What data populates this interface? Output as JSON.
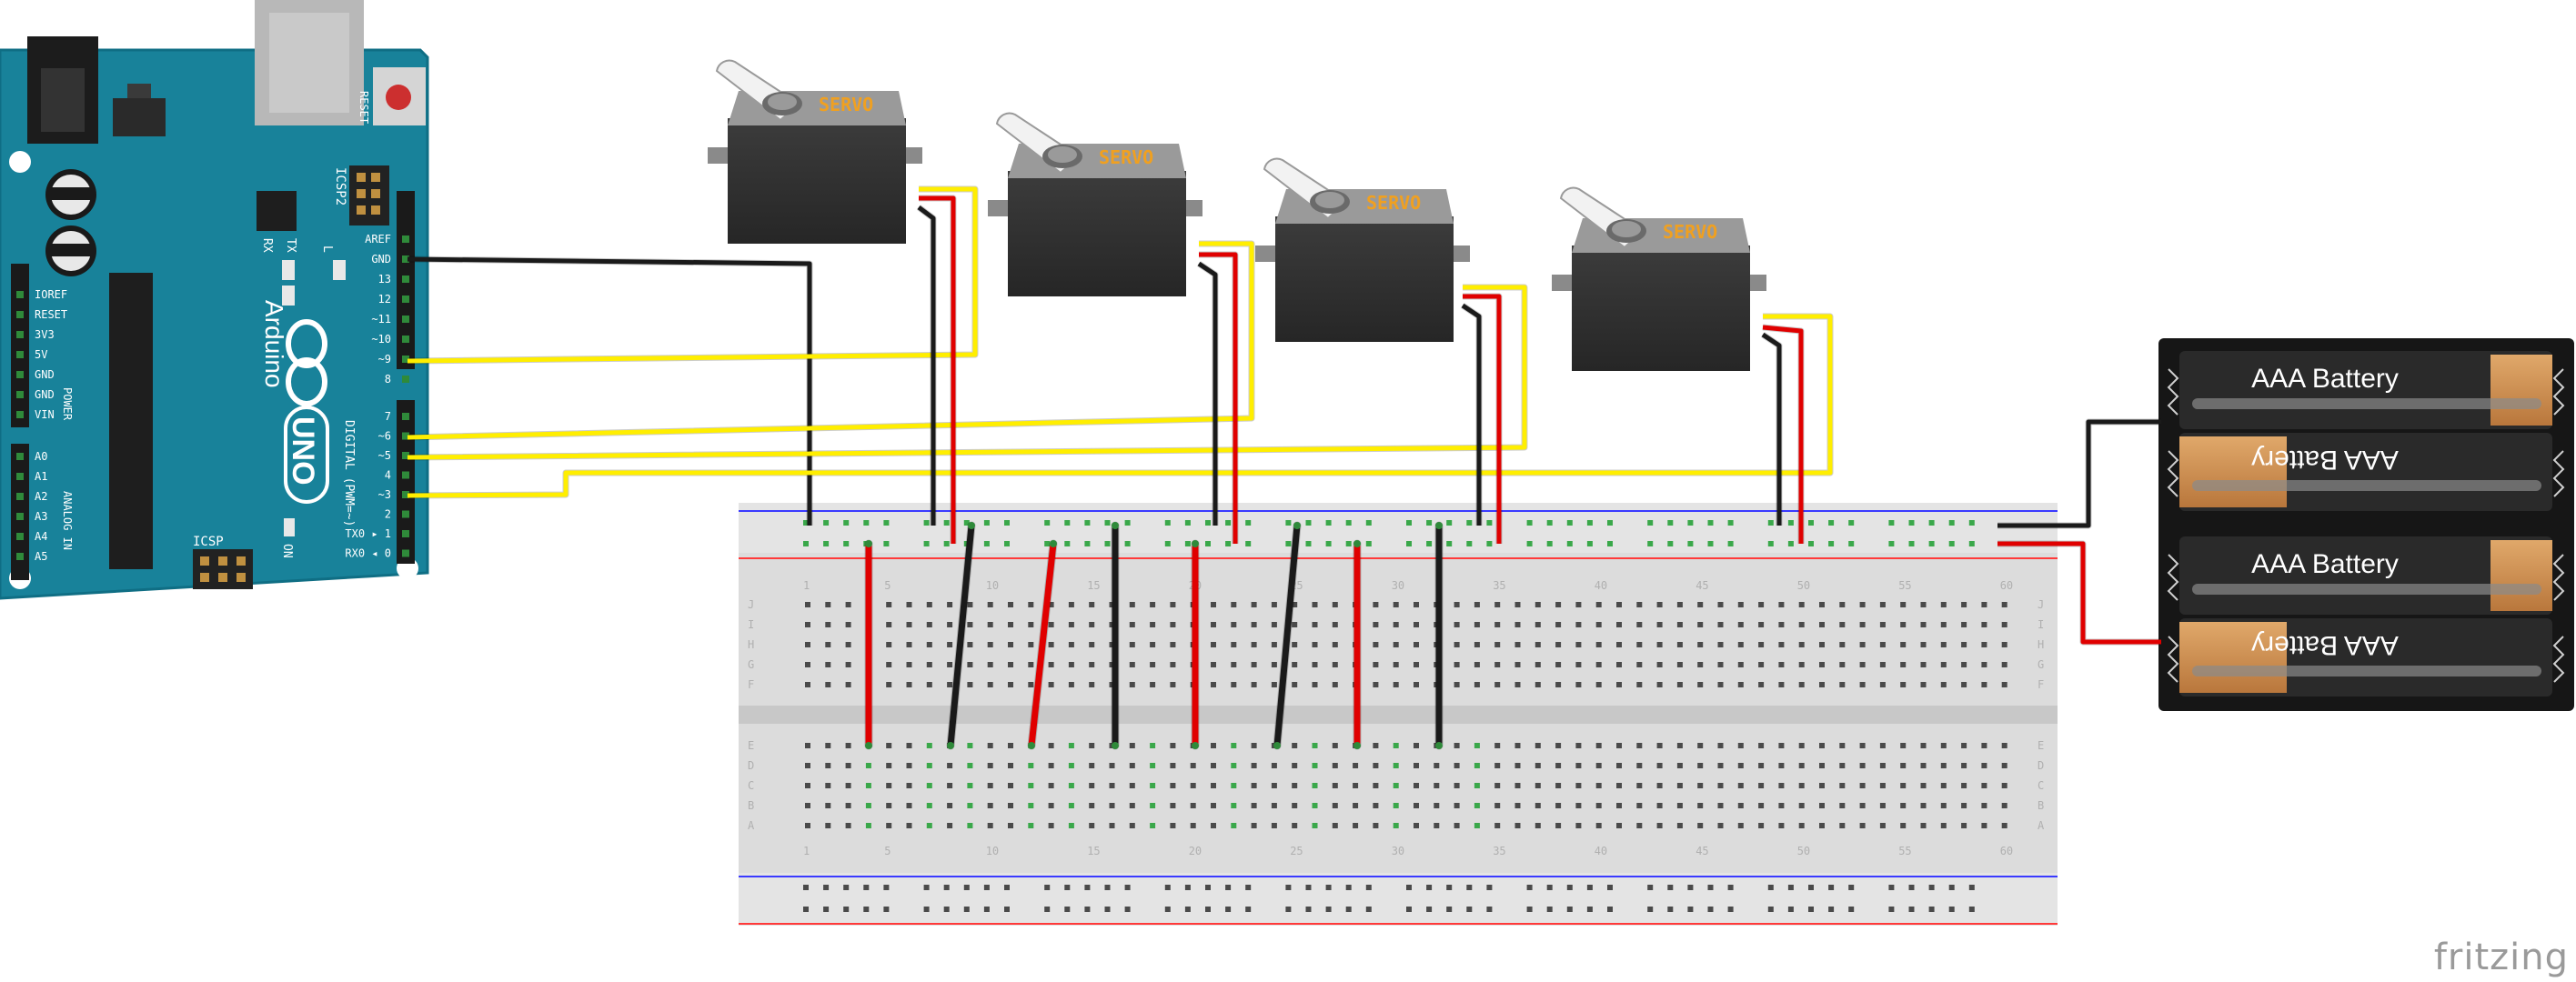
{
  "arduino": {
    "brand": "Arduino",
    "model": "UNO",
    "reset_label": "RESET",
    "icsp2_label": "ICSP2",
    "icsp_label": "ICSP",
    "on_label": "ON",
    "led_labels": [
      "RX",
      "TX",
      "L"
    ],
    "digital_header_label": "DIGITAL (PWM=~)",
    "power_header_label": "POWER",
    "analog_header_label": "ANALOG IN",
    "digital_pins": [
      "AREF",
      "GND",
      "13",
      "12",
      "~11",
      "~10",
      "~9",
      "8",
      "7",
      "~6",
      "~5",
      "4",
      "~3",
      "2",
      "TX0 ▸ 1",
      "RX0 ◂ 0"
    ],
    "power_pins": [
      "IOREF",
      "RESET",
      "3V3",
      "5V",
      "GND",
      "GND",
      "VIN"
    ],
    "analog_pins": [
      "A0",
      "A1",
      "A2",
      "A3",
      "A4",
      "A5"
    ]
  },
  "servos": [
    {
      "label": "SERVO"
    },
    {
      "label": "SERVO"
    },
    {
      "label": "SERVO"
    },
    {
      "label": "SERVO"
    }
  ],
  "battery_pack": {
    "cells": [
      "AAA Battery",
      "AAA Battery",
      "AAA Battery",
      "AAA Battery"
    ]
  },
  "breadboard": {
    "row_letters_top": [
      "J",
      "I",
      "H",
      "G",
      "F"
    ],
    "row_letters_bottom": [
      "E",
      "D",
      "C",
      "B",
      "A"
    ],
    "column_numbers": [
      "1",
      "5",
      "10",
      "15",
      "20",
      "25",
      "30",
      "35",
      "40",
      "45",
      "50",
      "55",
      "60"
    ]
  },
  "wire_colors": {
    "ground": "#1a1a1a",
    "power": "#e00000",
    "signal": "#ffee00"
  },
  "watermark": "fritzing"
}
